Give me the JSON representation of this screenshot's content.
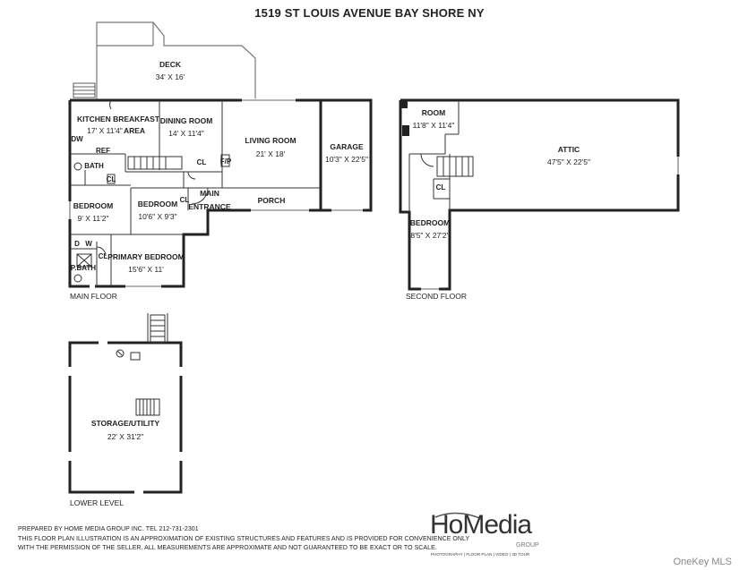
{
  "title": "1519 ST LOUIS AVENUE BAY SHORE NY",
  "floors": {
    "main": "MAIN FLOOR",
    "second": "SECOND FLOOR",
    "lower": "LOWER LEVEL"
  },
  "rooms": {
    "deck": {
      "name": "DECK",
      "dim": "34' X 16'"
    },
    "kitchen": {
      "name": "KITCHEN BREAKFAST",
      "dim": "17' X 11'4\"",
      "area": "AREA"
    },
    "dining": {
      "name": "DINING ROOM",
      "dim": "14' X 11'4\""
    },
    "living": {
      "name": "LIVING ROOM",
      "dim": "21' X 18'"
    },
    "garage": {
      "name": "GARAGE",
      "dim": "10'3\" X 22'5\""
    },
    "bedroom1": {
      "name": "BEDROOM",
      "dim": "9' X 11'2\""
    },
    "bedroom2": {
      "name": "BEDROOM",
      "dim": "10'6\" X 9'3\""
    },
    "primary": {
      "name": "PRIMARY BEDROOM",
      "dim": "15'6\" X 11'"
    },
    "porch": {
      "name": "PORCH"
    },
    "main_entrance": {
      "name": "MAIN",
      "name2": "ENTRANCE"
    },
    "room2": {
      "name": "ROOM",
      "dim": "11'8\" X 11'4\""
    },
    "attic": {
      "name": "ATTIC",
      "dim": "47'5\" X 22'5\""
    },
    "bedroom3": {
      "name": "BEDROOM",
      "dim": "8'5\" X 27'2\""
    },
    "storage": {
      "name": "STORAGE/UTILITY",
      "dim": "22' X 31'2\""
    }
  },
  "small_labels": {
    "dw": "DW",
    "ref": "REF",
    "bath": "BATH",
    "cl": "CL",
    "fp": "F/P",
    "d": "D",
    "w": "W",
    "pbath": "P.BATH"
  },
  "footer": {
    "line1": "PREPARED  BY  HOME MEDIA GROUP INC.  TEL 212-731-2301",
    "line2": "THIS FLOOR PLAN ILLUSTRATION IS AN APPROXIMATION OF EXISTING STRUCTURES AND FEATURES AND IS PROVIDED FOR CONVENIENCE ONLY",
    "line3": "WITH THE PERMISSION OF THE SELLER. ALL MEASUREMENTS ARE APPROXIMATE AND NOT GUARANTEED TO BE EXACT OR TO SCALE."
  },
  "logo": {
    "name": "HoMedia",
    "group": "GROUP",
    "tagline": "PHOTOGRAPHY | FLOOR PLAN | VIDEO | 3D TOUR"
  },
  "watermark": "OneKey MLS"
}
